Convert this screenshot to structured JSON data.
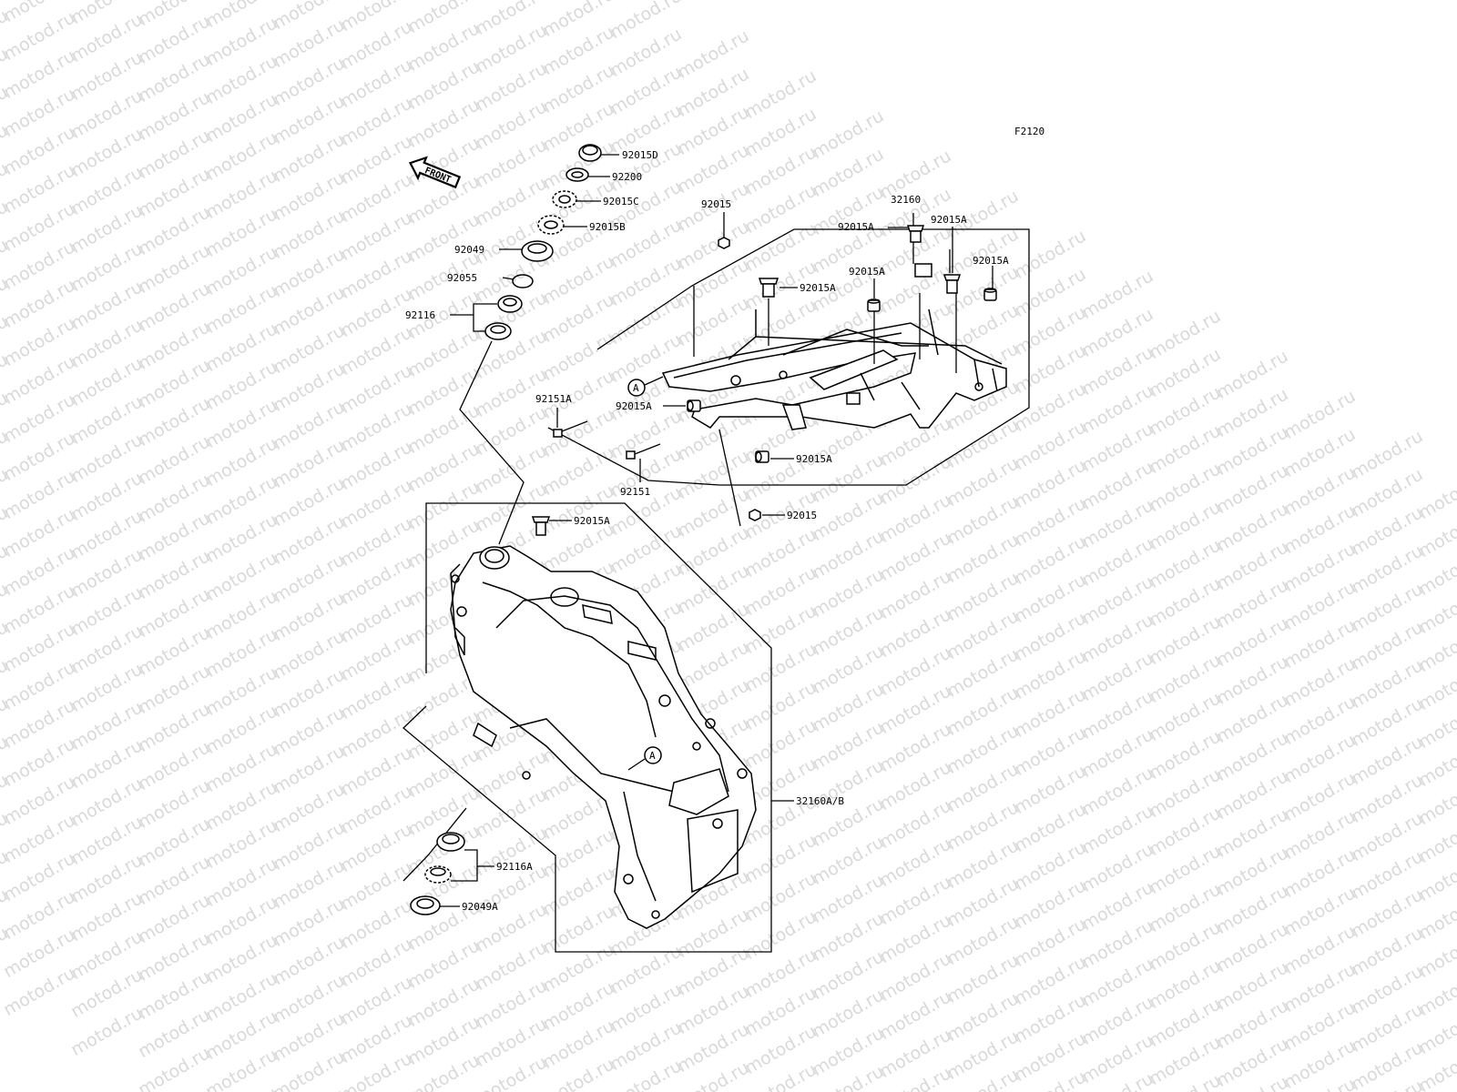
{
  "watermark": {
    "text": "motod.ru",
    "color": "#d9d9d9"
  },
  "figure_code": "F2120",
  "front_arrow": {
    "label": "FRONT",
    "icon": "front-arrow-icon"
  },
  "callout": "A",
  "parts": {
    "p92015D": "92015D",
    "p92200": "92200",
    "p92015C": "92015C",
    "p92015B": "92015B",
    "p92049": "92049",
    "p92055": "92055",
    "p92116": "92116",
    "p92015_top": "92015",
    "p32160": "32160",
    "p92015A_a": "92015A",
    "p92015A_b": "92015A",
    "p92015A_c": "92015A",
    "p92015A_d": "92015A",
    "p92015A_e": "92015A",
    "p92151A": "92151A",
    "p92015A_f": "92015A",
    "p92015A_g": "92015A",
    "p92151": "92151",
    "p92015_bot": "92015",
    "p92015A_h": "92015A",
    "p32160AB": "32160A/B",
    "p92116A": "92116A",
    "p92049A": "92049A"
  }
}
